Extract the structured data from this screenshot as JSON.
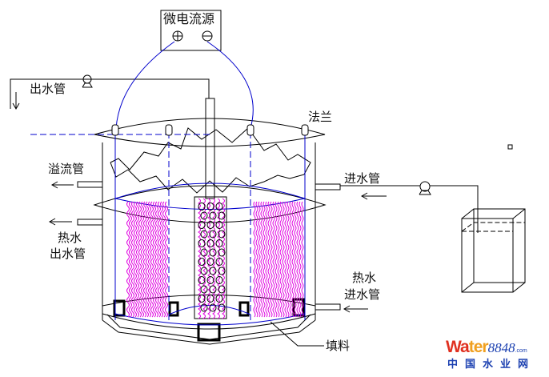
{
  "labels": {
    "power_source": "微电流源",
    "outlet_pipe": "出水管",
    "flange": "法兰",
    "overflow_pipe": "溢流管",
    "inlet_pipe": "进水管",
    "hot_water_outlet_1": "热水",
    "hot_water_outlet_2": "出水管",
    "hot_water_inlet_1": "热水",
    "hot_water_inlet_2": "进水管",
    "packing": "填料"
  },
  "power": {
    "positive_symbol": "+",
    "negative_symbol": "−"
  },
  "watermark": {
    "brand_a": "Wa",
    "brand_b": "ter",
    "brand_num": "8848",
    "brand_tld": ".com",
    "brand_cn": "中国水业网"
  },
  "colors": {
    "line": "#000000",
    "electrode": "#0000cc",
    "fiber": "#e000e0",
    "accent_red": "#e03020",
    "accent_orange": "#f0a020",
    "logo_blue": "#1a3fb0"
  }
}
